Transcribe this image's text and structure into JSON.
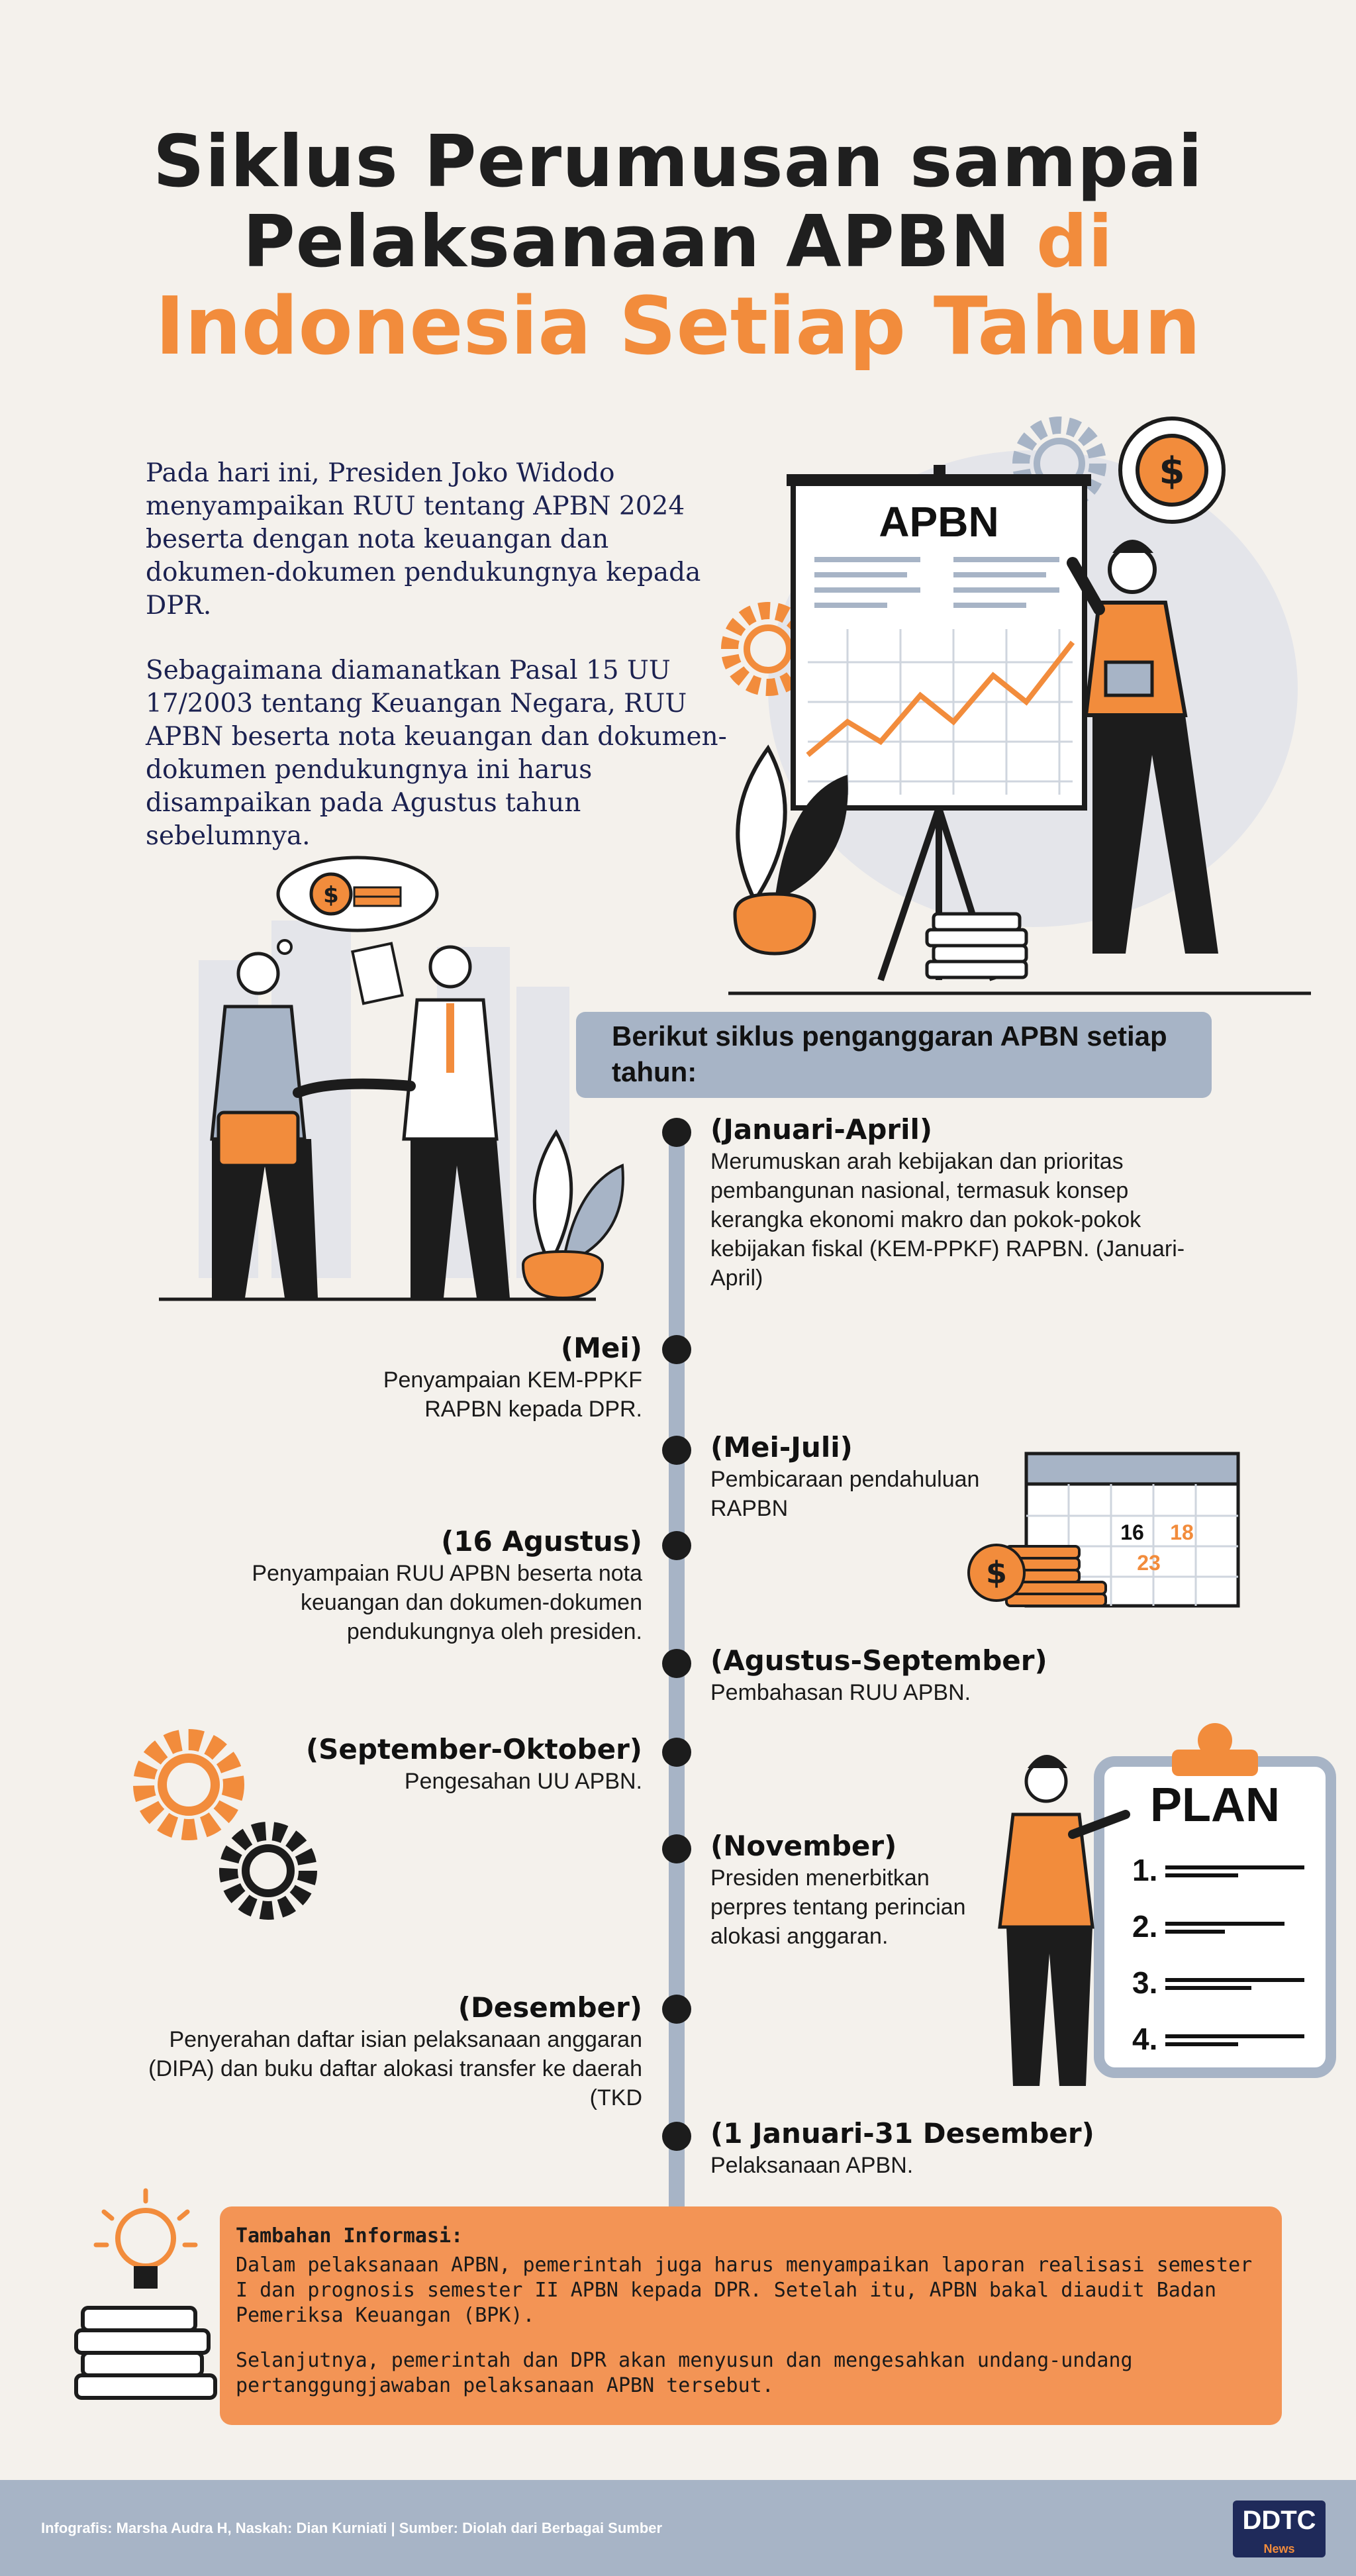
{
  "title": {
    "line1": "Siklus Perumusan sampai",
    "line2_main": "Pelaksanaan APBN ",
    "line2_accent": "di",
    "line3": "Indonesia Setiap Tahun"
  },
  "intro": {
    "p1": "Pada hari ini, Presiden Joko Widodo menyampaikan RUU tentang APBN 2024 beserta dengan nota keuangan dan dokumen-dokumen pendukungnya kepada DPR.",
    "p2": "Sebagaimana diamanatkan Pasal 15 UU 17/2003 tentang Keuangan Negara, RUU APBN beserta nota keuangan dan dokumen-dokumen pendukungnya ini harus disampaikan pada Agustus tahun sebelumnya."
  },
  "board": {
    "label": "APBN"
  },
  "section_header": "Berikut siklus penganggaran APBN setiap tahun:",
  "timeline": [
    {
      "title": "(Januari-April)",
      "desc": "Merumuskan arah kebijakan dan prioritas pembangunan nasional, termasuk konsep kerangka ekonomi makro dan pokok-pokok kebijakan fiskal (KEM-PPKF) RAPBN. (Januari-April)"
    },
    {
      "title": "(Mei)",
      "desc": "Penyampaian KEM-PPKF RAPBN kepada DPR."
    },
    {
      "title": "(Mei-Juli)",
      "desc": "Pembicaraan pendahuluan RAPBN"
    },
    {
      "title": "(16 Agustus)",
      "desc": "Penyampaian RUU APBN beserta nota keuangan dan dokumen-dokumen pendukungnya oleh presiden."
    },
    {
      "title": "(Agustus-September)",
      "desc": "Pembahasan RUU APBN."
    },
    {
      "title": "(September-Oktober)",
      "desc": "Pengesahan UU APBN."
    },
    {
      "title": "(November)",
      "desc": "Presiden menerbitkan perpres tentang perincian alokasi anggaran."
    },
    {
      "title": "(Desember)",
      "desc": "Penyerahan daftar isian pelaksanaan anggaran (DIPA) dan buku daftar alokasi transfer ke daerah (TKD"
    },
    {
      "title": "(1 Januari-31 Desember)",
      "desc": "Pelaksanaan APBN."
    }
  ],
  "calendar": {
    "d1": "16",
    "d2": "18",
    "d3": "23"
  },
  "plan": {
    "label": "PLAN",
    "items": [
      "1.",
      "2.",
      "3.",
      "4."
    ]
  },
  "info": {
    "heading": "Tambahan Informasi:",
    "p1": "Dalam pelaksanaan APBN, pemerintah juga harus menyampaikan laporan realisasi semester I dan prognosis semester II APBN kepada DPR. Setelah itu, APBN bakal diaudit Badan Pemeriksa Keuangan (BPK).",
    "p2": "Selanjutnya, pemerintah dan DPR akan menyusun dan mengesahkan undang-undang pertanggungjawaban pelaksanaan APBN tersebut."
  },
  "footer": {
    "credit": "Infografis: Marsha Audra H, Naskah: Dian Kurniati |  Sumber:  Diolah dari Berbagai Sumber",
    "logo": "DDTC",
    "logo_sub": "News"
  },
  "colors": {
    "accent": "#f28c3c",
    "slate": "#a7b4c6",
    "navy": "#1b2150",
    "bg": "#f4f1ec"
  }
}
